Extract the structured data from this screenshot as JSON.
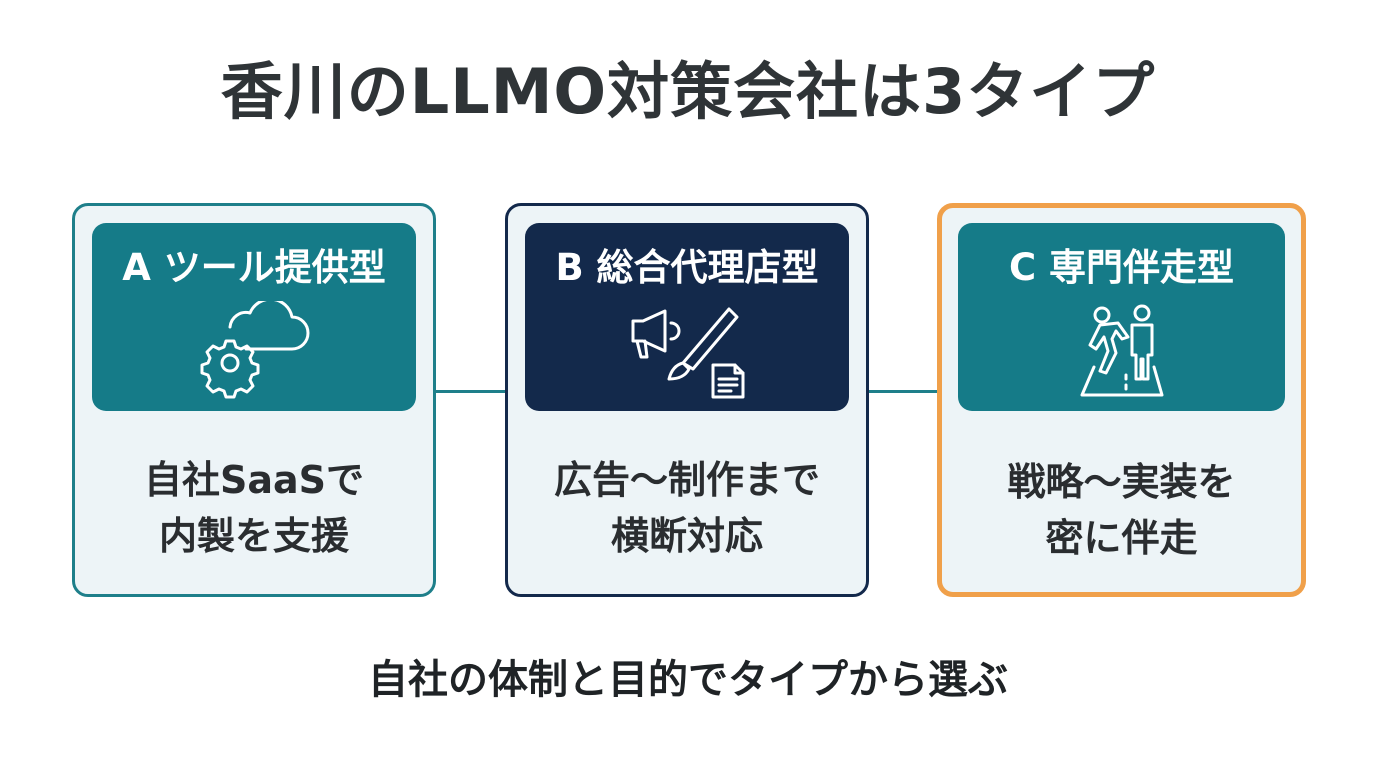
{
  "title": "香川のLLMO対策会社は3タイプ",
  "colors": {
    "teal": "#157b88",
    "navy": "#13294b",
    "orange": "#f0a04a",
    "card_bg": "#edf4f7"
  },
  "cards": [
    {
      "label": "A ツール提供型",
      "icon": "gear-cloud-icon",
      "lines": [
        "自社SaaSで",
        "内製を支援"
      ]
    },
    {
      "label": "B 総合代理店型",
      "icon": "megaphone-brush-document-icon",
      "lines": [
        "広告〜制作まで",
        "横断対応"
      ]
    },
    {
      "label": "C 専門伴走型",
      "icon": "walking-companions-icon",
      "lines": [
        "戦略〜実装を",
        "密に伴走"
      ]
    }
  ],
  "footer": "自社の体制と目的でタイプから選ぶ"
}
